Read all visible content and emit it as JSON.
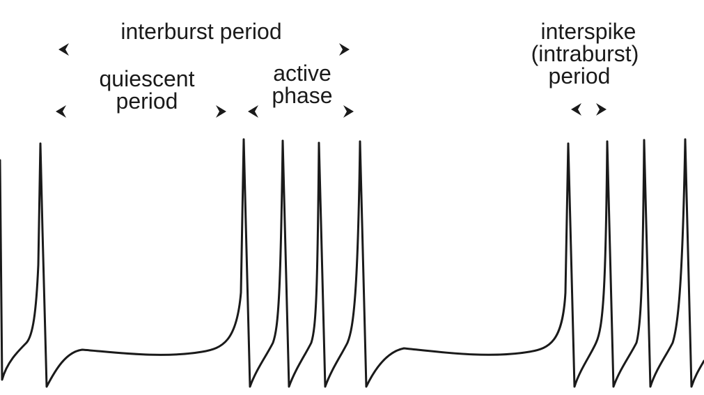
{
  "labels": {
    "interburst_period": "interburst period",
    "quiescent_line1": "quiescent",
    "quiescent_line2": "period",
    "active_line1": "active",
    "active_line2": "phase",
    "interspike_line1": "interspike",
    "interspike_line2": "(intraburst)",
    "interspike_line3": "period"
  },
  "colors": {
    "ink": "#1a1a1a",
    "background": "#ffffff"
  },
  "arrow_markers": {
    "interburst": [
      "left-arrowhead",
      "right-arrowhead"
    ],
    "quiescent": [
      "left-arrowhead",
      "right-arrowhead"
    ],
    "active": [
      "left-arrowhead",
      "right-arrowhead"
    ],
    "interspike": [
      "left-arrowhead",
      "right-arrowhead"
    ]
  }
}
